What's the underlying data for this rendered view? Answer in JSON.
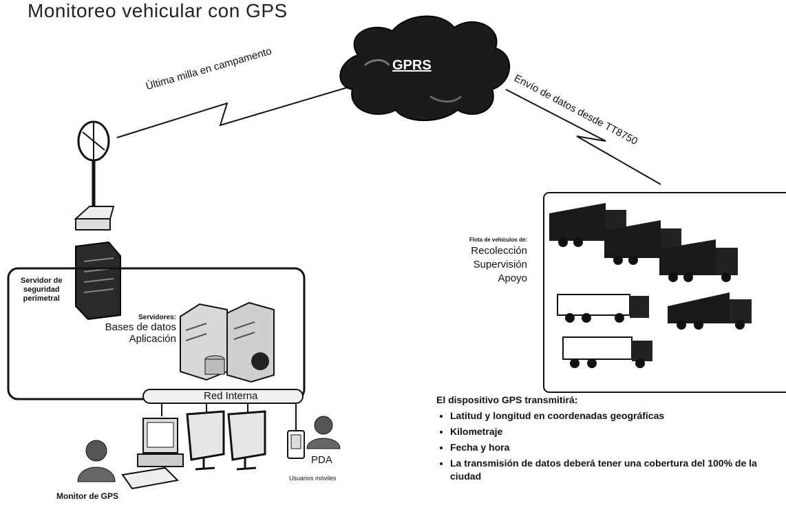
{
  "title": "Monitoreo vehicular con GPS",
  "cloud_label": "GPRS",
  "link_left": "Última milla en campamento",
  "link_right": "Envío de datos desde TT8750",
  "firewall_label": [
    "Servidor de",
    "seguridad",
    "perimetral"
  ],
  "servers_label": {
    "small": "Servidores:",
    "line1": "Bases de datos",
    "line2": "Aplicación"
  },
  "network_label": "Red Interna",
  "pda_label": "PDA",
  "mobile_users_label": "Usuarios móviles",
  "monitor_label": "Monitor de GPS",
  "fleet": {
    "small": "Flota de vehículos de:",
    "items": [
      "Recolección",
      "Supervisión",
      "Apoyo"
    ]
  },
  "gps_info": {
    "heading": "El dispositivo GPS transmitirá:",
    "items": [
      "Latitud y longitud en coordenadas geográficas",
      "Kilometraje",
      "Fecha y hora",
      "La transmisión de datos deberá tener una cobertura del 100% de la ciudad"
    ]
  }
}
